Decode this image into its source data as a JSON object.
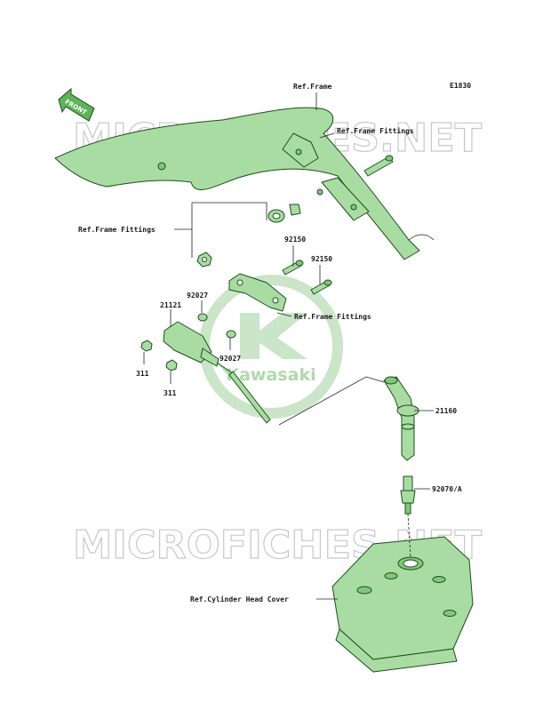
{
  "diagram": {
    "code": "E1830",
    "front_label": "FRONT",
    "watermark_text": "MICROFICHES.NET",
    "logo_text": "Kawasaki"
  },
  "labels": {
    "ref_frame": "Ref.Frame",
    "ref_frame_fittings_top": "Ref.Frame Fittings",
    "ref_frame_fittings_left": "Ref.Frame Fittings",
    "ref_frame_fittings_mid": "Ref.Frame Fittings",
    "p92150_a": "92150",
    "p92150_b": "92150",
    "p92027_a": "92027",
    "p92027_b": "92027",
    "p21121": "21121",
    "p311_a": "311",
    "p311_b": "311",
    "p21160": "21160",
    "p92070a": "92070/A",
    "ref_cyl_head_cover": "Ref.Cylinder Head Cover"
  },
  "colors": {
    "part_fill": "#a9dca3",
    "part_stroke": "#1c4d1c",
    "watermark": "#c8c8c8"
  }
}
